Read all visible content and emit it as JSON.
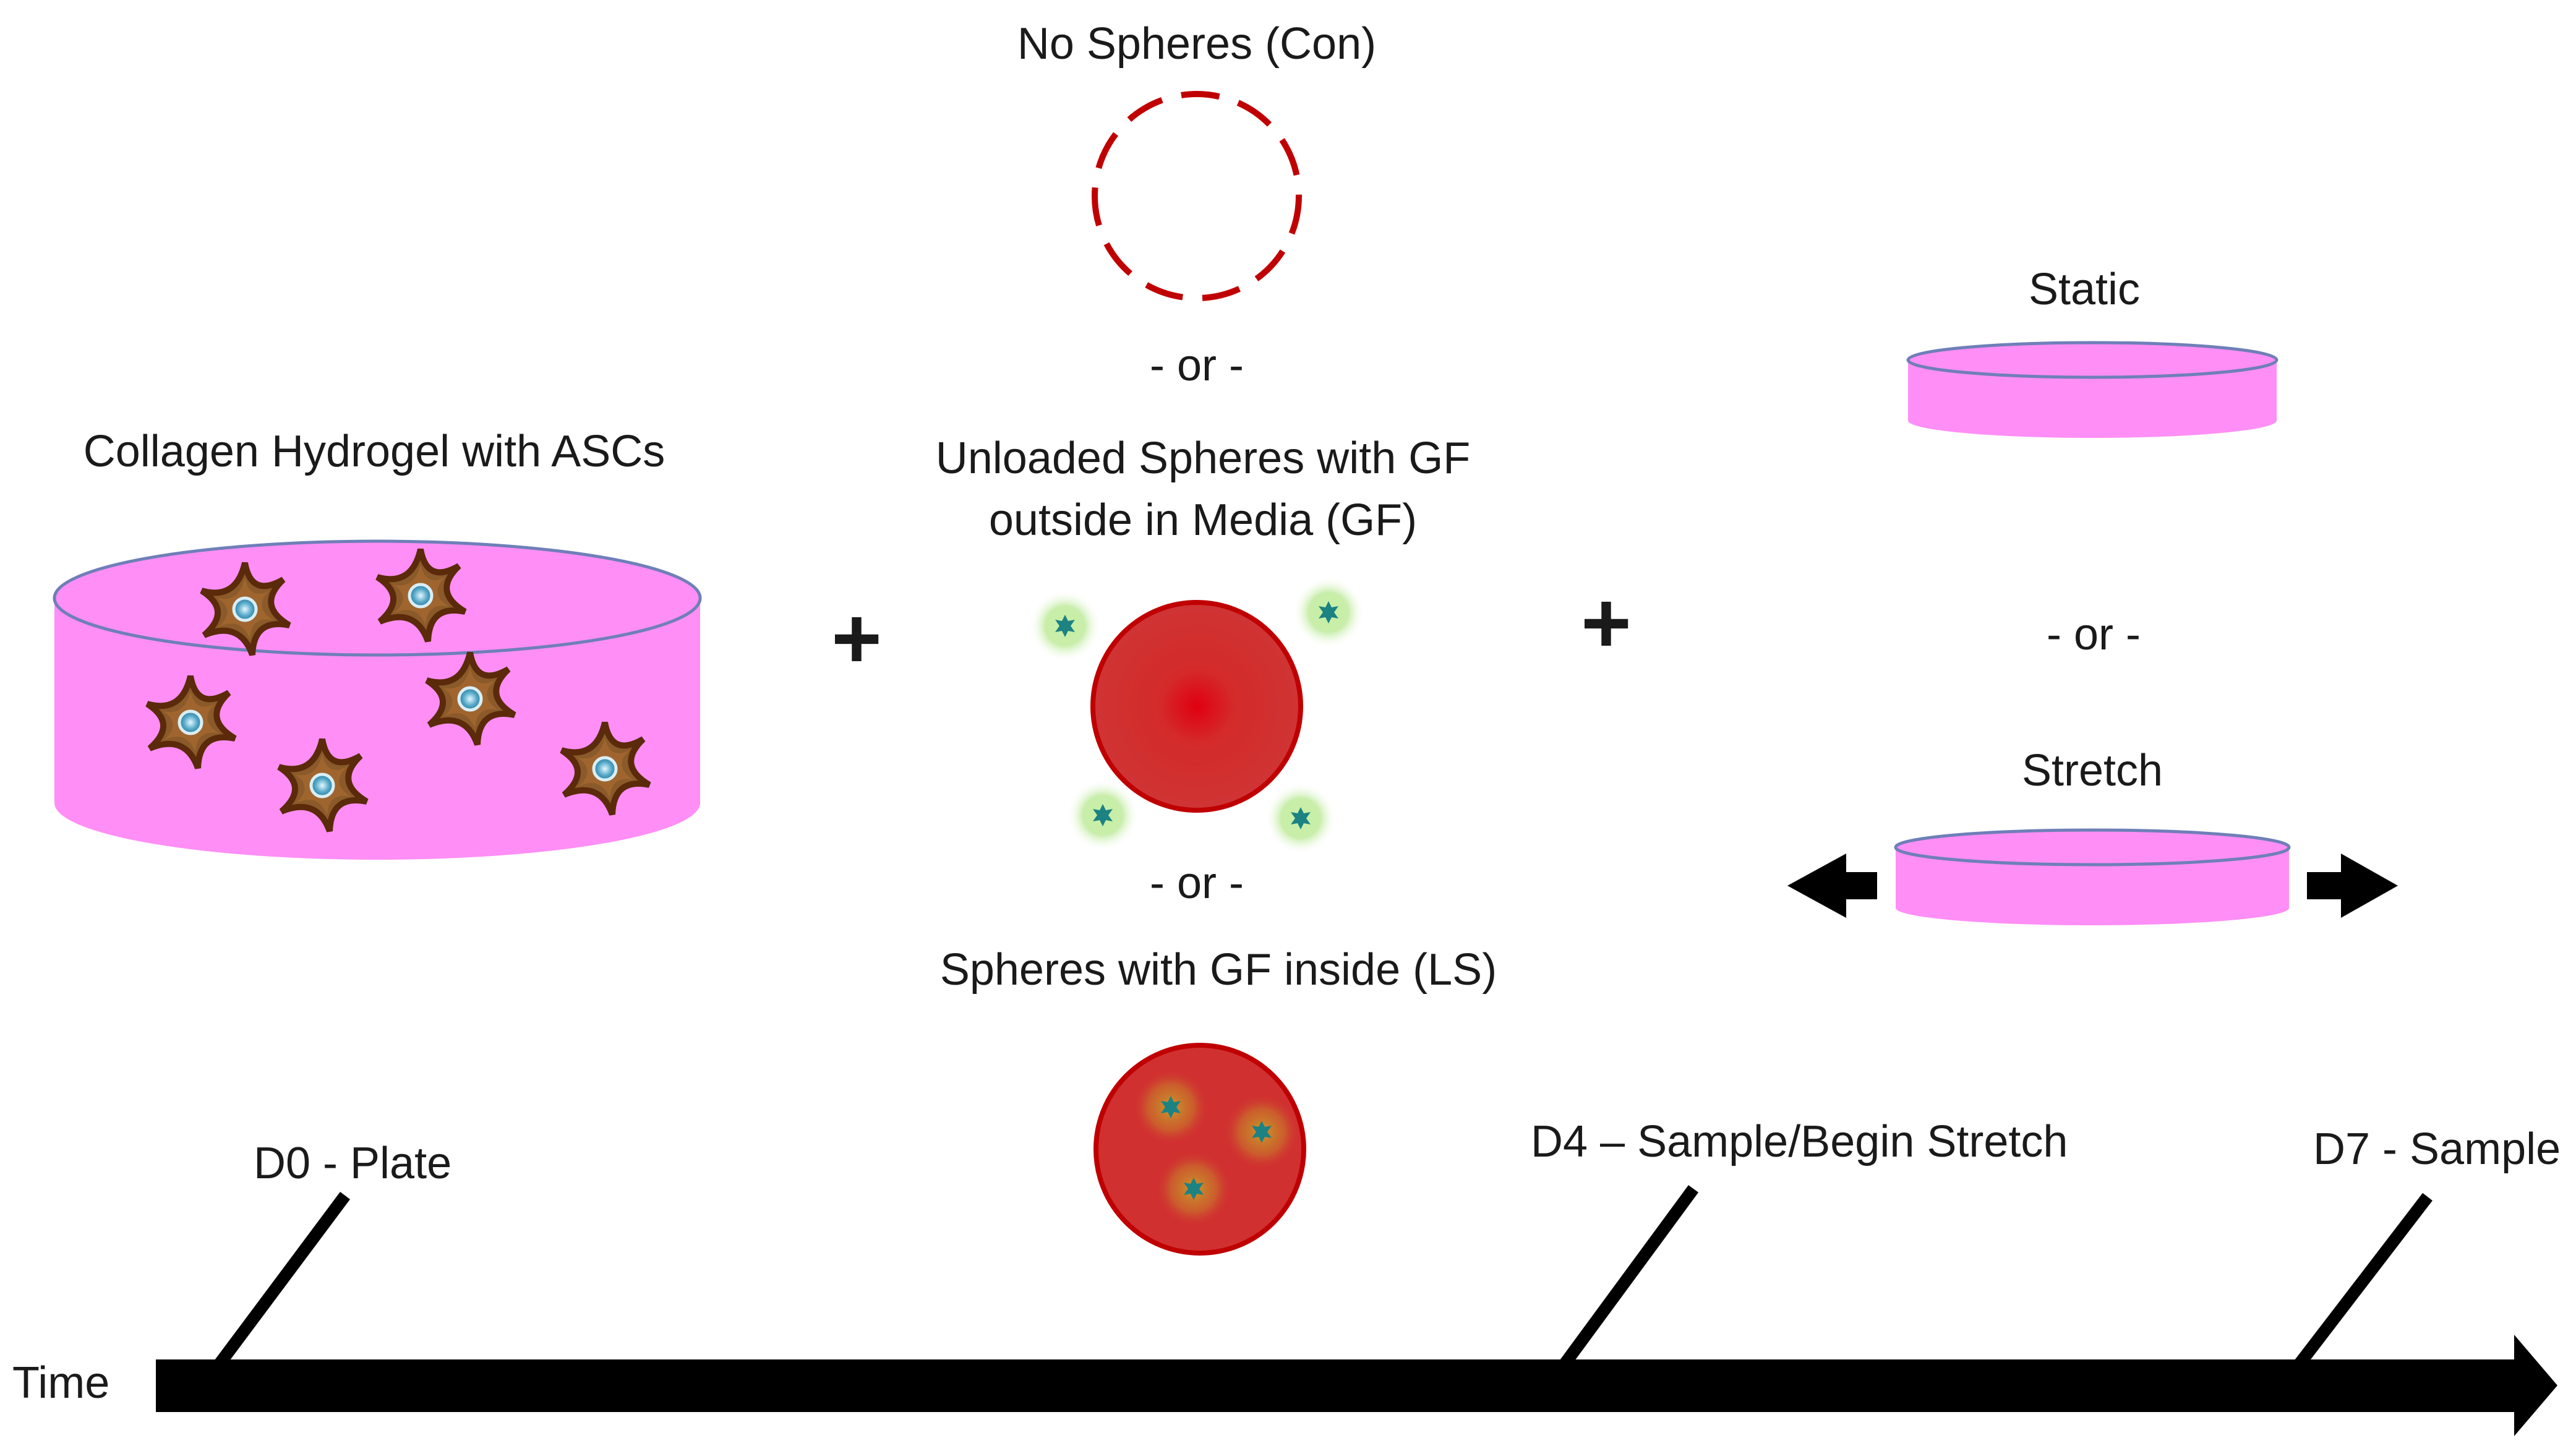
{
  "labels": {
    "hydrogel": "Collagen Hydrogel with ASCs",
    "no_spheres": "No Spheres (Con)",
    "or_1": "- or -",
    "unloaded_line1": "Unloaded Spheres with GF",
    "unloaded_line2": "outside in Media (GF)",
    "or_2": "- or -",
    "loaded": "Spheres with GF inside (LS)",
    "static": "Static",
    "or_3": "- or -",
    "stretch": "Stretch",
    "plus_1": "+",
    "plus_2": "+"
  },
  "timeline": {
    "axis_label": "Time",
    "d0": "D0 - Plate",
    "d4": "D4 – Sample/Begin Stretch",
    "d7": "D7 - Sample"
  },
  "colors": {
    "gel_pink": "#ff8ef6",
    "gel_rim": "#6f7fb8",
    "sphere_red": "#d03030",
    "sphere_edge": "#c00000",
    "cell_brown": "#6b3412",
    "cell_nucleus": "#56a9c8",
    "gf_teal": "#1c8282",
    "gf_glow": "#9ae07a",
    "timeline_black": "#000000"
  }
}
